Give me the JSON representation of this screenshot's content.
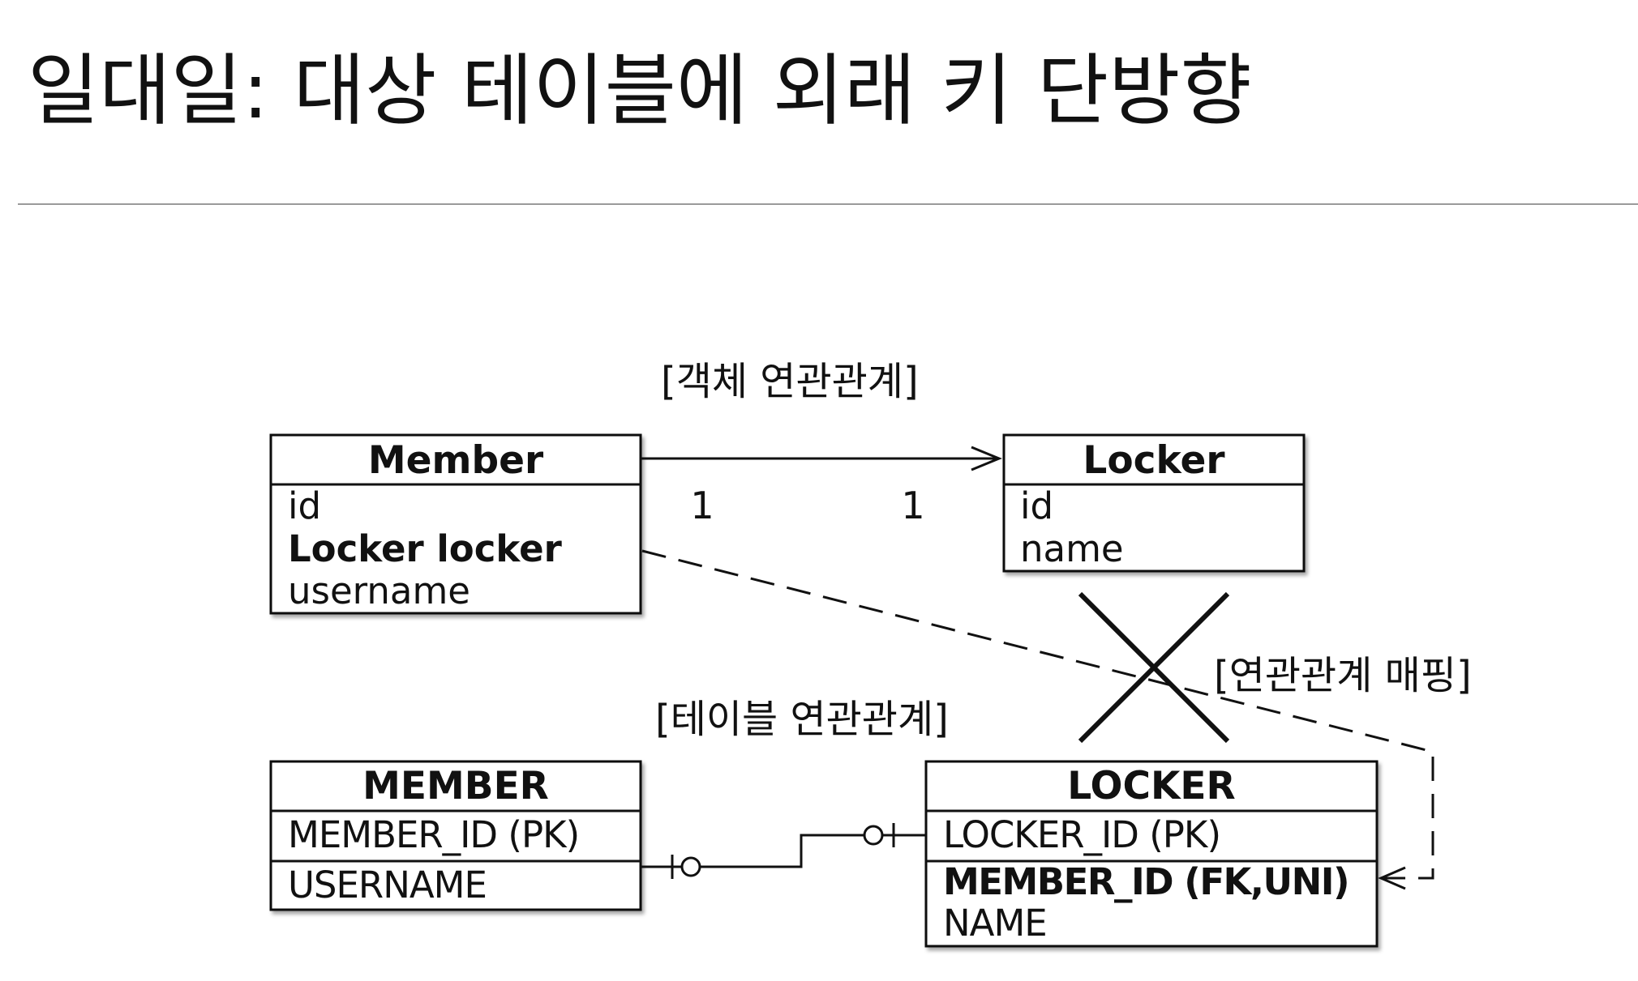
{
  "title": "일대일: 대상 테이블에 외래 키 단방향",
  "labels": {
    "object_relation": "[객체 연관관계]",
    "table_relation": "[테이블 연관관계]",
    "mapping": "[연관관계 매핑]"
  },
  "classes": {
    "member": {
      "name": "Member",
      "fields": [
        "id",
        "Locker locker",
        "username"
      ]
    },
    "locker": {
      "name": "Locker",
      "fields": [
        "id",
        "name"
      ]
    }
  },
  "association": {
    "member_multiplicity": "1",
    "locker_multiplicity": "1"
  },
  "tables": {
    "member": {
      "name": "MEMBER",
      "pk": "MEMBER_ID (PK)",
      "columns": [
        "USERNAME"
      ]
    },
    "locker": {
      "name": "LOCKER",
      "pk": "LOCKER_ID (PK)",
      "columns": [
        "MEMBER_ID (FK,UNI)",
        "NAME"
      ]
    }
  },
  "icons": {
    "blocked": "cross-mark-icon",
    "arrowhead": "open-arrow-icon"
  }
}
